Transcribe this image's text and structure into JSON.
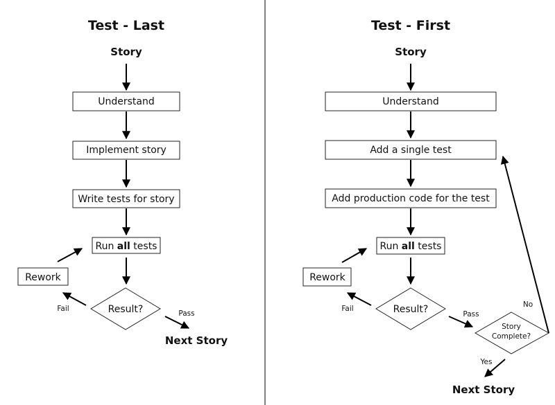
{
  "left": {
    "title": "Test - Last",
    "story": "Story",
    "steps": {
      "understand": "Understand",
      "implement": "Implement story",
      "write_tests": "Write tests for story"
    },
    "run_tests": {
      "prefix": "Run ",
      "emphasis": "all",
      "suffix": " tests"
    },
    "rework": "Rework",
    "decision": "Result?",
    "fail_label": "Fail",
    "pass_label": "Pass",
    "next_story": "Next Story"
  },
  "right": {
    "title": "Test - First",
    "story": "Story",
    "steps": {
      "understand": "Understand",
      "add_test": "Add a single test",
      "add_code": "Add production code for the test"
    },
    "run_tests": {
      "prefix": "Run ",
      "emphasis": "all",
      "suffix": " tests"
    },
    "rework": "Rework",
    "decision": "Result?",
    "fail_label": "Fail",
    "pass_label": "Pass",
    "story_complete_line1": "Story",
    "story_complete_line2": "Complete?",
    "no_label": "No",
    "yes_label": "Yes",
    "next_story": "Next Story"
  }
}
